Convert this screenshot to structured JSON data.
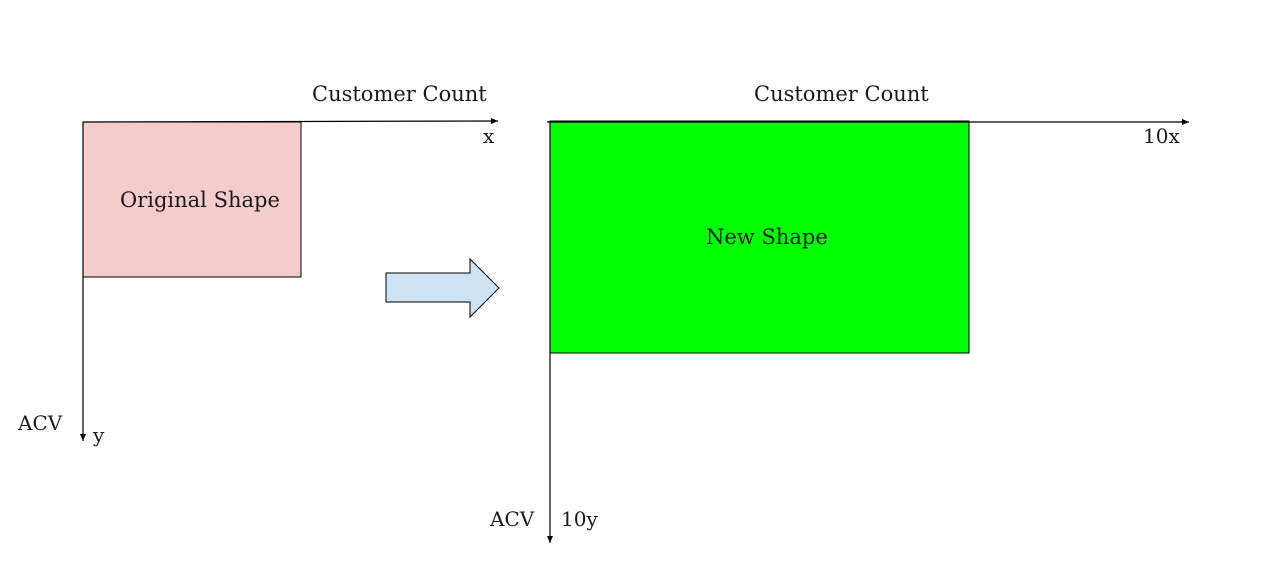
{
  "left": {
    "x_axis_title": "Customer Count",
    "x_axis_var": "x",
    "y_axis_title": "ACV",
    "y_axis_var": "y",
    "shape_label": "Original Shape",
    "shape_color": "#f4cccc"
  },
  "right": {
    "x_axis_title": "Customer Count",
    "x_axis_var": "10x",
    "y_axis_title": "ACV",
    "y_axis_var": "10y",
    "shape_label": "New Shape",
    "shape_color": "#00ff00"
  },
  "arrow": {
    "icon": "right-arrow-icon",
    "color": "#cfe2f3"
  }
}
